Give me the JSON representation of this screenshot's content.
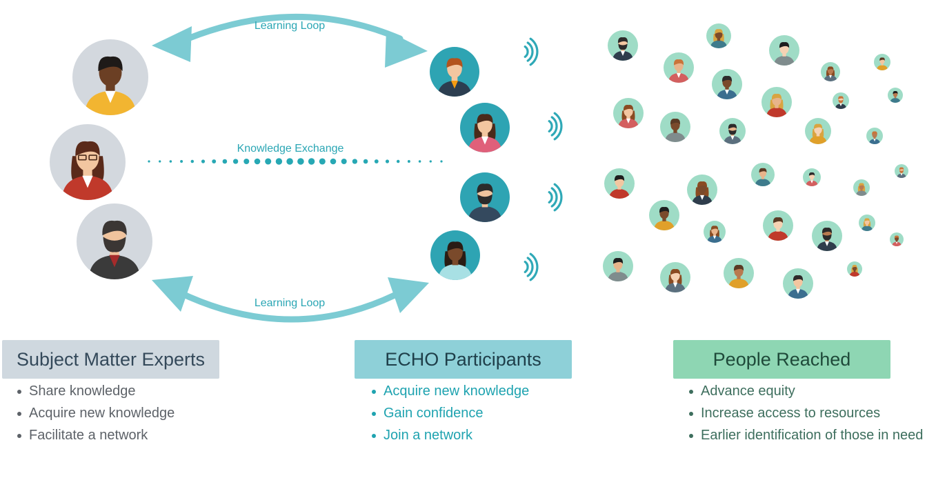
{
  "colors": {
    "loop_arrow": "#7ccbd3",
    "exchange_dots": "#27a8b4",
    "expert_circle": "#d3d8de",
    "participant_circle": "#2ea4b3",
    "people_circle": "#9fdcc6",
    "signal": "#2fa9b7"
  },
  "loops": {
    "top_label": "Learning Loop",
    "bottom_label": "Learning Loop",
    "exchange_label": "Knowledge Exchange"
  },
  "experts": [
    {
      "icon": "woman-dark-skin-yellow-top-icon"
    },
    {
      "icon": "woman-glasses-red-jacket-icon"
    },
    {
      "icon": "man-beard-dark-jacket-icon"
    }
  ],
  "participants": [
    {
      "icon": "man-orange-tie-icon"
    },
    {
      "icon": "woman-pink-top-icon"
    },
    {
      "icon": "man-beard-navy-icon"
    },
    {
      "icon": "woman-curly-hair-icon"
    }
  ],
  "people_icon": "person-avatar-icon",
  "signal_icon": "signal-waves-icon",
  "sections": {
    "experts": {
      "title": "Subject Matter Experts",
      "bullets": [
        "Share knowledge",
        "Acquire new knowledge",
        "Facilitate a network"
      ]
    },
    "participants": {
      "title": "ECHO Participants",
      "bullets": [
        "Acquire new knowledge",
        "Gain confidence",
        "Join a network"
      ]
    },
    "people": {
      "title": "People Reached",
      "bullets": [
        "Advance equity",
        "Increase access to resources",
        "Earlier identification of those in need"
      ]
    }
  }
}
